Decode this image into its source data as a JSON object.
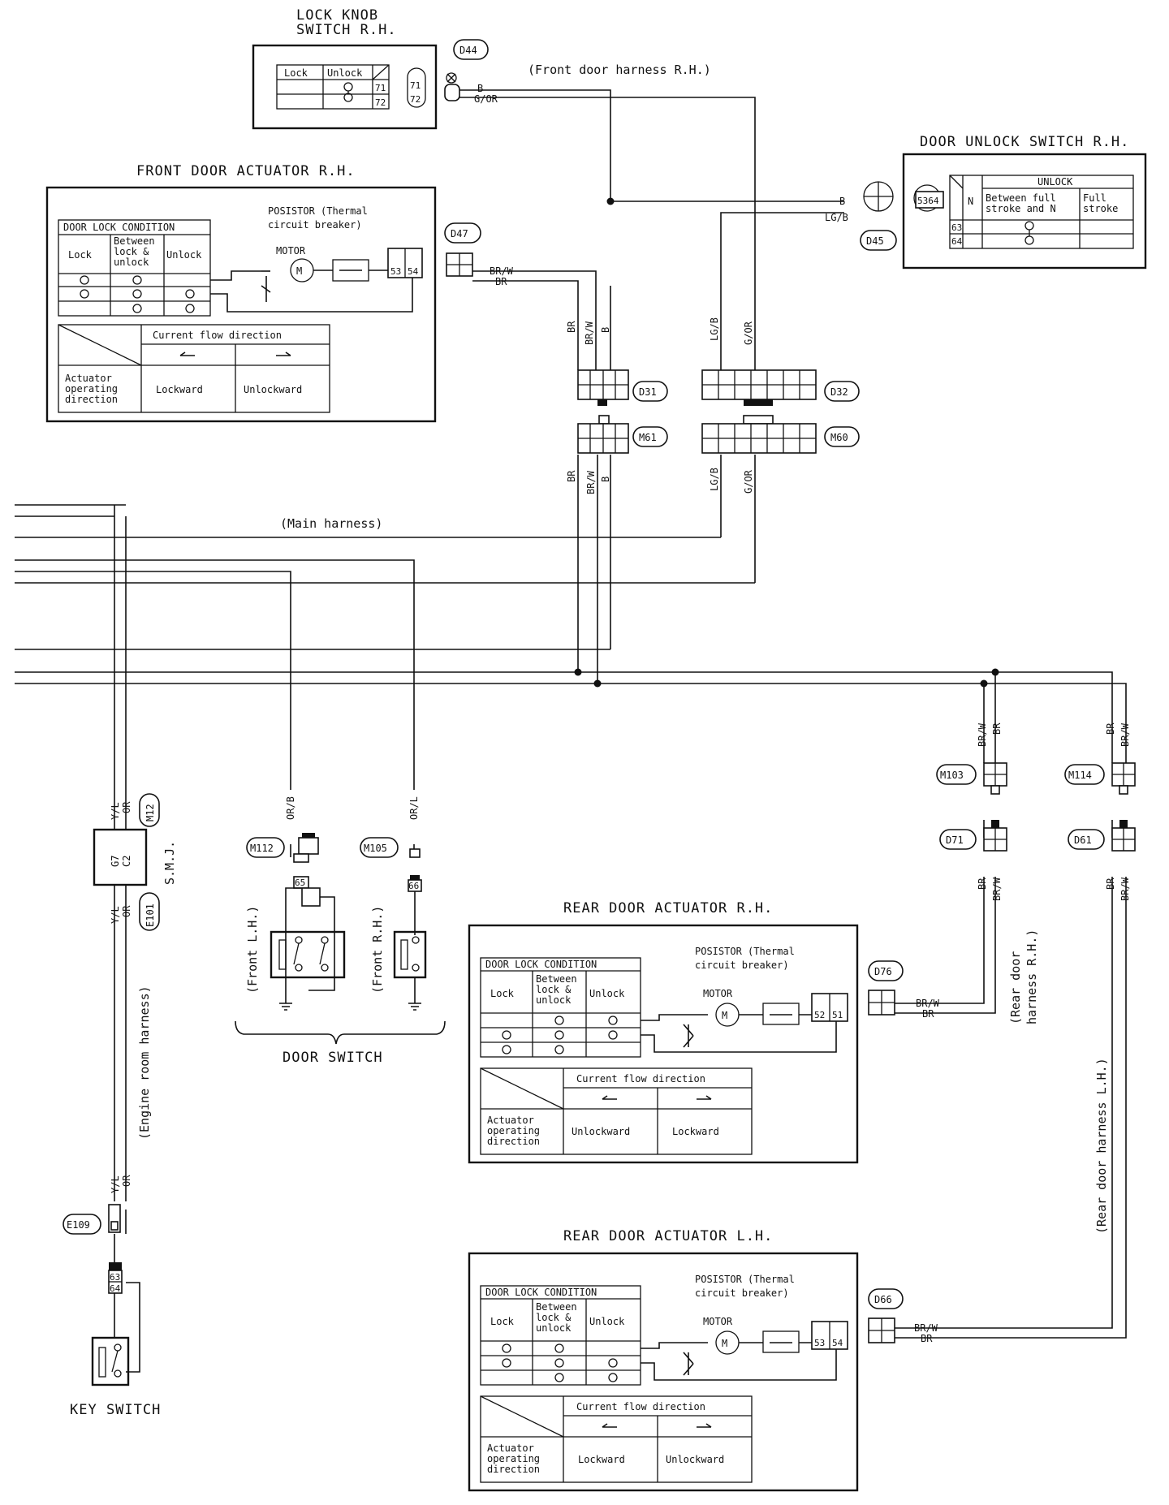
{
  "components": {
    "lock_knob_switch_rh": {
      "title_line1": "LOCK KNOB",
      "title_line2": "SWITCH R.H.",
      "col_lock": "Lock",
      "col_unlock": "Unlock",
      "pins": [
        "71",
        "72"
      ]
    },
    "front_door_actuator_rh": {
      "title": "FRONT DOOR ACTUATOR R.H.",
      "pins": [
        "53",
        "54"
      ],
      "flow_left": "Lockward",
      "flow_right": "Unlockward"
    },
    "door_unlock_switch_rh": {
      "title": "DOOR UNLOCK SWITCH R.H.",
      "header": "UNLOCK",
      "col_n": "N",
      "col_between_1": "Between full",
      "col_between_2": "stroke and N",
      "col_full_1": "Full",
      "col_full_2": "stroke",
      "pins": [
        "63",
        "64"
      ]
    },
    "rear_door_actuator_rh": {
      "title": "REAR DOOR ACTUATOR R.H.",
      "pins": [
        "52",
        "51"
      ],
      "flow_left": "Unlockward",
      "flow_right": "Lockward"
    },
    "rear_door_actuator_lh": {
      "title": "REAR DOOR ACTUATOR L.H.",
      "pins": [
        "53",
        "54"
      ],
      "flow_left": "Lockward",
      "flow_right": "Unlockward"
    },
    "door_switch": {
      "title": "DOOR SWITCH",
      "front_lh": "(Front L.H.)",
      "front_rh": "(Front R.H.)",
      "pins": [
        "65",
        "66"
      ]
    },
    "key_switch": {
      "title": "KEY SWITCH",
      "pins": [
        "63",
        "64"
      ]
    },
    "smj": {
      "title": "S.M.J.",
      "pins": [
        "G7",
        "C2"
      ]
    }
  },
  "actuator_common": {
    "condition_header": "DOOR LOCK CONDITION",
    "col_lock": "Lock",
    "col_between_1": "Between",
    "col_between_2": "lock &",
    "col_between_3": "unlock",
    "col_unlock": "Unlock",
    "posistor_1": "POSISTOR (Thermal",
    "posistor_2": "circuit breaker)",
    "motor": "MOTOR",
    "flow_header": "Current flow direction",
    "op_1": "Actuator",
    "op_2": "operating",
    "op_3": "direction"
  },
  "connectors": {
    "d44": "D44",
    "d45": "D45",
    "d47": "D47",
    "d31": "D31",
    "d32": "D32",
    "m61": "M61",
    "m60": "M60",
    "m103": "M103",
    "m114": "M114",
    "d71": "D71",
    "d61": "D61",
    "d76": "D76",
    "d66": "D66",
    "m112": "M112",
    "m105": "M105",
    "m12": "M12",
    "e101": "E101",
    "e109": "E109"
  },
  "harness_labels": {
    "front_door_rh": "(Front door harness R.H.)",
    "main": "(Main harness)",
    "engine_room": "(Engine room harness)",
    "rear_door_rh_1": "(Rear door",
    "rear_door_rh_2": "harness R.H.)",
    "rear_door_lh": "(Rear door harness L.H.)"
  },
  "wire_colors": {
    "b": "B",
    "g_or": "G/OR",
    "lg_b": "LG/B",
    "br_w": "BR/W",
    "br": "BR",
    "or_b": "OR/B",
    "or_l": "OR/L",
    "y_l": "Y/L",
    "or": "OR"
  }
}
